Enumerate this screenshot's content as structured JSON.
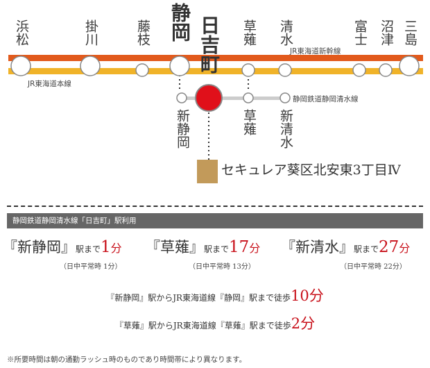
{
  "colors": {
    "shinkansen_line": "#e25a1c",
    "tokaido_line": "#f0b329",
    "shizutetsu_line": "#cccccc",
    "highlight_station": "#e0101a",
    "destination_square": "#c29a5a",
    "red_text": "#c8101a",
    "banner_bg": "#666666"
  },
  "map": {
    "top_stations": [
      {
        "name": "浜松"
      },
      {
        "name": "掛川"
      },
      {
        "name": "藤枝"
      },
      {
        "name": "静岡"
      },
      {
        "name": "草薙"
      },
      {
        "name": "清水"
      },
      {
        "name": "富士"
      },
      {
        "name": "沼津"
      },
      {
        "name": "三島"
      }
    ],
    "highlight_station": "日吉町",
    "shizutetsu_stations": [
      {
        "name": "新静岡"
      },
      {
        "name": "草薙"
      },
      {
        "name": "新清水"
      }
    ],
    "line_labels": {
      "shinkansen": "JR東海道新幹線",
      "tokaido": "JR東海道本線",
      "shizutetsu": "静岡鉄道静岡清水線"
    },
    "destination": "セキュレア葵区北安東3丁目Ⅳ"
  },
  "banner": "静岡鉄道静岡清水線「日吉町」駅利用",
  "trips": [
    {
      "station": "『新静岡』",
      "mademade": "駅まで",
      "minutes": "1",
      "unit": "分",
      "note": "（日中平常時 1分）"
    },
    {
      "station": "『草薙』",
      "mademade": "駅まで",
      "minutes": "17",
      "unit": "分",
      "note": "（日中平常時 13分）"
    },
    {
      "station": "『新清水』",
      "mademade": "駅まで",
      "minutes": "27",
      "unit": "分",
      "note": "（日中平常時 22分）"
    }
  ],
  "walks": [
    {
      "text": "『新静岡』駅からJR東海道線『静岡』駅まで徒歩",
      "minutes": "10分"
    },
    {
      "text": "『草薙』駅からJR東海道線『草薙』駅まで徒歩",
      "minutes": "2分"
    }
  ],
  "footnote": "※所要時間は朝の通勤ラッシュ時のものであり時間帯により異なります。"
}
